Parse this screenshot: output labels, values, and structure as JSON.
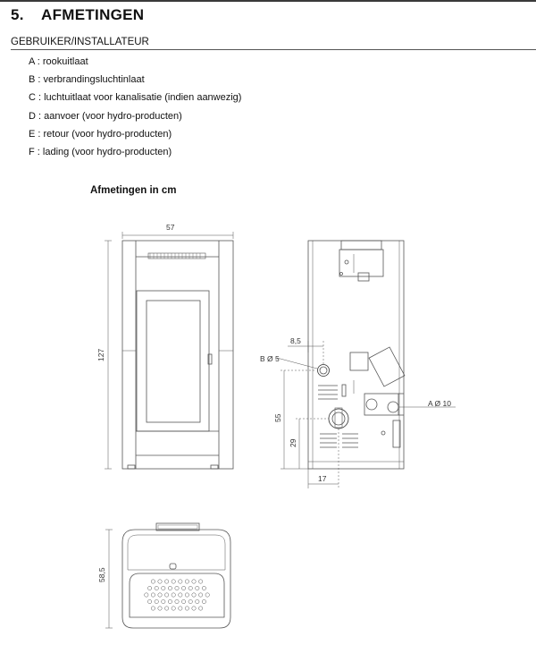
{
  "heading": {
    "number": "5.",
    "title": "AFMETINGEN"
  },
  "subheading": "GEBRUIKER/INSTALLATEUR",
  "legend": [
    "A : rookuitlaat",
    "B : verbrandingsluchtinlaat",
    "C : luchtuitlaat voor kanalisatie (indien aanwezig)",
    "D : aanvoer (voor hydro-producten)",
    "E : retour (voor hydro-producten)",
    "F : lading (voor hydro-producten)"
  ],
  "caption": "Afmetingen in cm",
  "dimensions": {
    "width": "57",
    "height": "127",
    "depth": "58,5",
    "b_offset": "8,5",
    "b_label": "B Ø 5",
    "a_label": "A Ø 10",
    "h55": "55",
    "h29": "29",
    "w17": "17"
  }
}
